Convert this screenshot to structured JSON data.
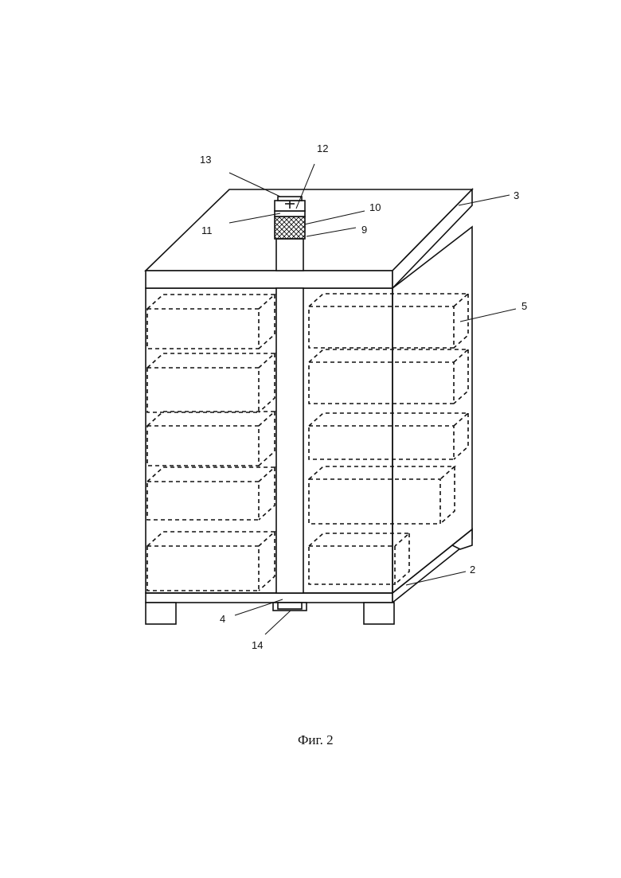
{
  "figure": {
    "caption": "Фиг. 2"
  },
  "labels": {
    "l2": "2",
    "l3": "3",
    "l4": "4",
    "l5": "5",
    "l9": "9",
    "l10": "10",
    "l11": "11",
    "l12": "12",
    "l13": "13",
    "l14": "14"
  }
}
